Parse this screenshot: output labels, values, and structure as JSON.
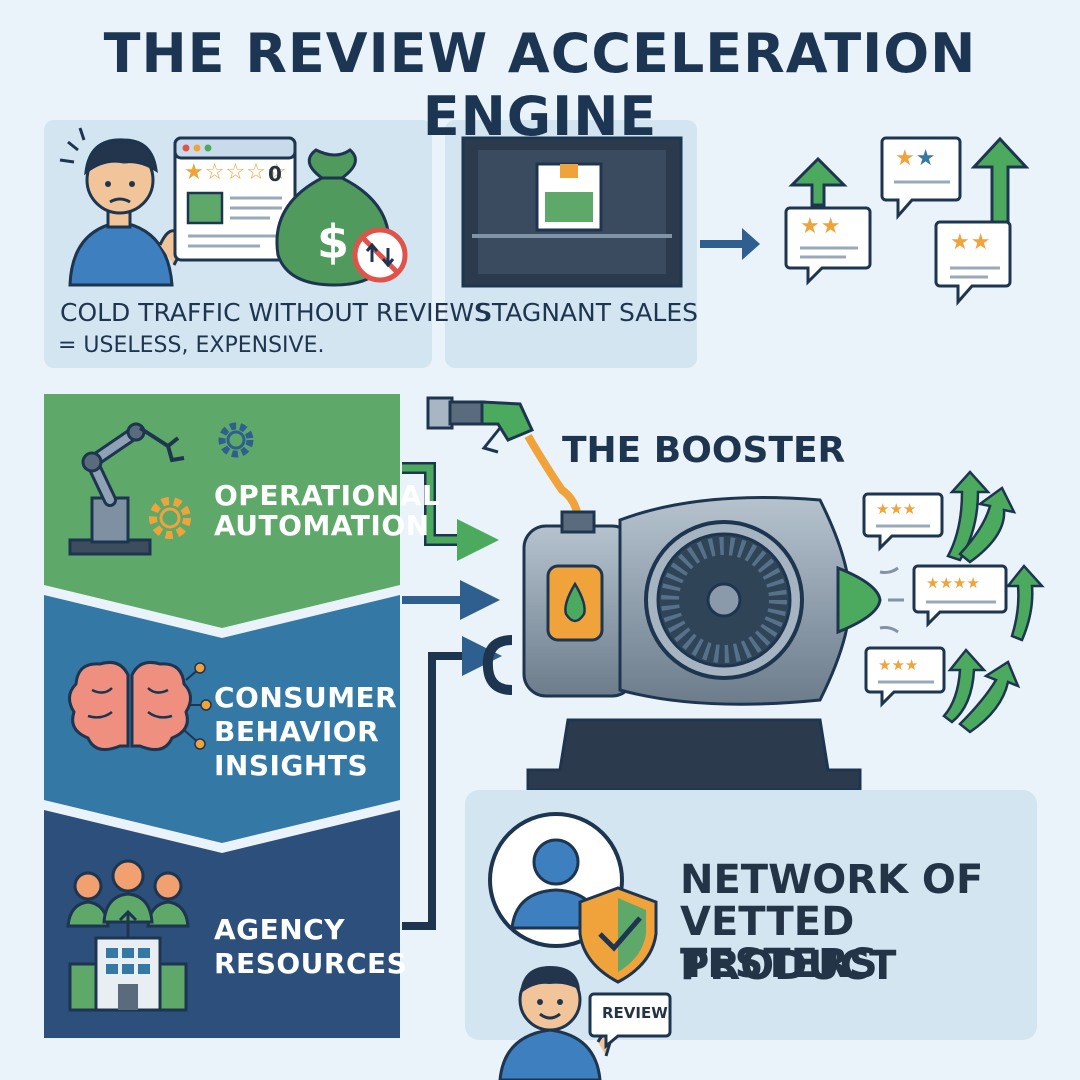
{
  "title": "THE REVIEW ACCELERATION ENGINE",
  "problem": {
    "cold_traffic_line1": "COLD TRAFFIC WITHOUT REVIEWS",
    "cold_traffic_line2": "= USELESS, EXPENSIVE.",
    "stagnant_sales": "STAGNANT SALES",
    "browser_rating": "0"
  },
  "inputs": {
    "operational_line1": "OPERATIONAL",
    "operational_line2": "AUTOMATION",
    "consumer_line1": "CONSUMER",
    "consumer_line2": "BEHAVIOR",
    "consumer_line3": "INSIGHTS",
    "agency_line1": "AGENCY",
    "agency_line2": "RESOURCES"
  },
  "booster_label": "THE BOOSTER",
  "network": {
    "line1": "NETWORK OF",
    "line2": "VETTED PRODUCT",
    "line3": "TESTERS",
    "review_sign": "REVIEW"
  },
  "icons": {
    "worried_person": "worried-person-icon",
    "browser": "browser-window-icon",
    "money_bag": "money-bag-icon",
    "empty_shelf": "empty-shelf-icon",
    "robot_arm": "robot-arm-icon",
    "gear": "gear-icon",
    "brain": "brain-icon",
    "team": "team-icon",
    "building": "building-icon",
    "fuel_nozzle": "fuel-nozzle-icon",
    "jet_engine": "jet-engine-icon",
    "user": "user-icon",
    "shield_check": "shield-check-icon",
    "tester": "tester-person-icon",
    "star_bubble": "star-bubble-icon",
    "up_arrow": "up-arrow-icon"
  },
  "colors": {
    "navy_text": "#1e3550",
    "panel_light": "#d3e5f1",
    "green_band": "#5ea86a",
    "blue_band": "#3478a6",
    "navy_band": "#2c4f7c",
    "star_orange": "#f0a33a",
    "arrow_green": "#4caa5e"
  }
}
